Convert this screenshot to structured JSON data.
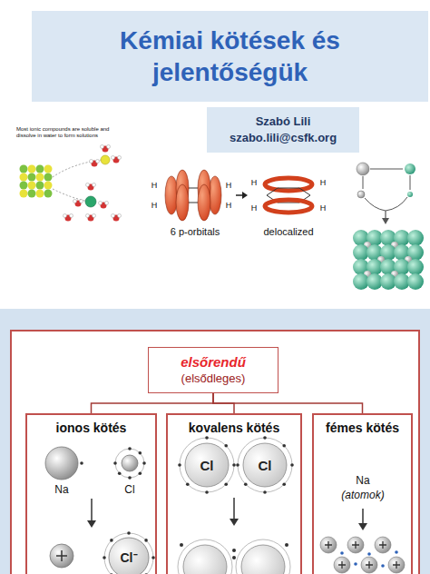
{
  "diagram": {
    "nodes": [
      {
        "text": [
          "Kémiai kötések és jelentőségük"
        ]
      },
      {
        "text": [
          "Szabó Lili",
          "szabo.lili@csfk.org"
        ]
      },
      {
        "text": [
          "elsőrendű",
          "(elsődleges)"
        ]
      },
      {
        "text": [
          "ionos kötés"
        ]
      },
      {
        "text": [
          "Na"
        ],
        "in": 3
      },
      {
        "text": [
          "Cl"
        ],
        "in": 3
      },
      {
        "text": [
          "Cl⁻"
        ],
        "in": 3
      },
      {
        "text": [
          "kovalens kötés"
        ]
      },
      {
        "text": [
          "Cl"
        ],
        "in": 7
      },
      {
        "text": [
          "Cl"
        ],
        "in": 7
      },
      {
        "text": [
          "fémes kötés"
        ]
      }
    ],
    "edges": [
      {
        "from": 2,
        "to": 3,
        "arrow": "none"
      },
      {
        "from": 2,
        "to": 7,
        "arrow": "none"
      },
      {
        "from": 2,
        "to": 10,
        "arrow": "none"
      }
    ],
    "labels": [
      "Most ionic compounds are soluble and dissolve in water to form solutions",
      "H",
      "H",
      "H",
      "H",
      "6 p-orbitals",
      "H",
      "H",
      "H",
      "H",
      "delocalized",
      "Na",
      "(atomok)"
    ]
  }
}
